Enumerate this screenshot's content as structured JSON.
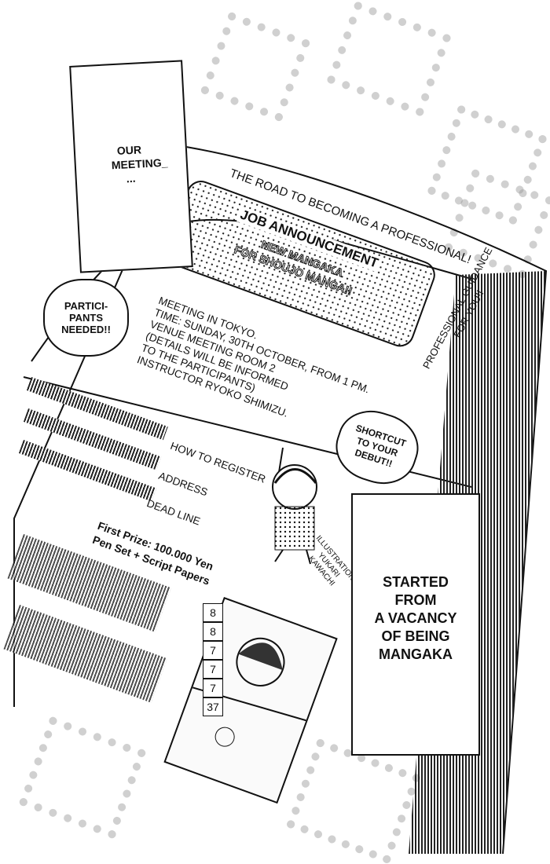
{
  "caption_top": {
    "line1": "OUR",
    "line2": "MEETING_",
    "line3": "..."
  },
  "magazine": {
    "header": "THE ROAD TO BECOMING A PROFESSIONAL!",
    "side_banner": {
      "line1": "PROFESSIONAL GUIDANCE",
      "line2": "FOR YOU!!"
    },
    "banner": {
      "title": "JOB ANNOUNCEMENT",
      "line1": "NEW MANGAKA",
      "line2": "FOR SHOUJO MANGA!!"
    },
    "details": [
      "MEETING IN TOKYO.",
      "TIME: SUNDAY, 30TH OCTOBER, FROM 1 PM.",
      "VENUE MEETING ROOM 2",
      "(DETAILS WILL BE INFORMED",
      "TO THE PARTICIPANTS)",
      "INSTRUCTOR RYOKO SHIMIZU."
    ],
    "fields": [
      "HOW TO REGISTER",
      "ADDRESS",
      "DEAD LINE"
    ],
    "prize": {
      "line1": "First Prize: 100.000 Yen",
      "line2": "Pen Set + Script Papers"
    },
    "illustration_credit": {
      "line1": "ILLUSTRATION:",
      "line2": "YUKARI",
      "line3": "KAWACHI"
    },
    "grid_numbers": [
      "8",
      "8",
      "7",
      "7",
      "7",
      "37"
    ]
  },
  "bubble_participants": {
    "line1": "PARTICI-",
    "line2": "PANTS",
    "line3": "NEEDED!!"
  },
  "bubble_shortcut": {
    "line1": "SHORTCUT",
    "line2": "TO YOUR",
    "line3": "DEBUT!!"
  },
  "caption_bottom": [
    "STARTED",
    "FROM",
    "A VACANCY",
    "OF BEING",
    "MANGAKA"
  ]
}
